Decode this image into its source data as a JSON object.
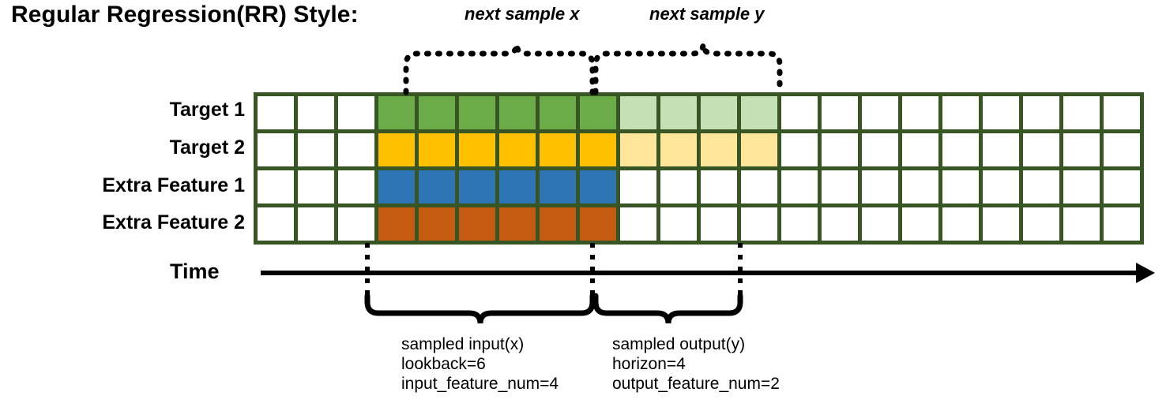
{
  "title": "Regular Regression(RR) Style:",
  "rows": [
    {
      "label": "Target 1",
      "name": "target-1"
    },
    {
      "label": "Target 2",
      "name": "target-2"
    },
    {
      "label": "Extra Feature 1",
      "name": "extra-feature-1"
    },
    {
      "label": "Extra Feature 2",
      "name": "extra-feature-2"
    }
  ],
  "grid": {
    "columns": 22,
    "row_fills": [
      [
        "white",
        "white",
        "white",
        "green",
        "green",
        "green",
        "green",
        "green",
        "green",
        "greenl",
        "greenl",
        "greenl",
        "greenl",
        "white",
        "white",
        "white",
        "white",
        "white",
        "white",
        "white",
        "white",
        "white"
      ],
      [
        "white",
        "white",
        "white",
        "yellow",
        "yellow",
        "yellow",
        "yellow",
        "yellow",
        "yellow",
        "yellowl",
        "yellowl",
        "yellowl",
        "yellowl",
        "white",
        "white",
        "white",
        "white",
        "white",
        "white",
        "white",
        "white",
        "white"
      ],
      [
        "white",
        "white",
        "white",
        "blue",
        "blue",
        "blue",
        "blue",
        "blue",
        "blue",
        "white",
        "white",
        "white",
        "white",
        "white",
        "white",
        "white",
        "white",
        "white",
        "white",
        "white",
        "white",
        "white"
      ],
      [
        "white",
        "white",
        "white",
        "orange",
        "orange",
        "orange",
        "orange",
        "orange",
        "orange",
        "white",
        "white",
        "white",
        "white",
        "white",
        "white",
        "white",
        "white",
        "white",
        "white",
        "white",
        "white",
        "white"
      ]
    ]
  },
  "time_axis": {
    "label": "Time"
  },
  "top_braces": [
    {
      "caption": "next sample x",
      "name": "next-sample-x"
    },
    {
      "caption": "next sample y",
      "name": "next-sample-y"
    }
  ],
  "bottom_braces": [
    {
      "name": "sampled-input",
      "line1": "sampled input(x)",
      "line2": "lookback=6",
      "line3": "input_feature_num=4"
    },
    {
      "name": "sampled-output",
      "line1": "sampled output(y)",
      "line2": "horizon=4",
      "line3": "output_feature_num=2"
    }
  ],
  "colors": {
    "grid_border": "#375623",
    "green": "#6BAC48",
    "green_light": "#C5E0B4",
    "yellow": "#FFC000",
    "yellow_light": "#FFE699",
    "blue": "#2E75B6",
    "orange": "#C55A11",
    "axis": "#000000"
  }
}
